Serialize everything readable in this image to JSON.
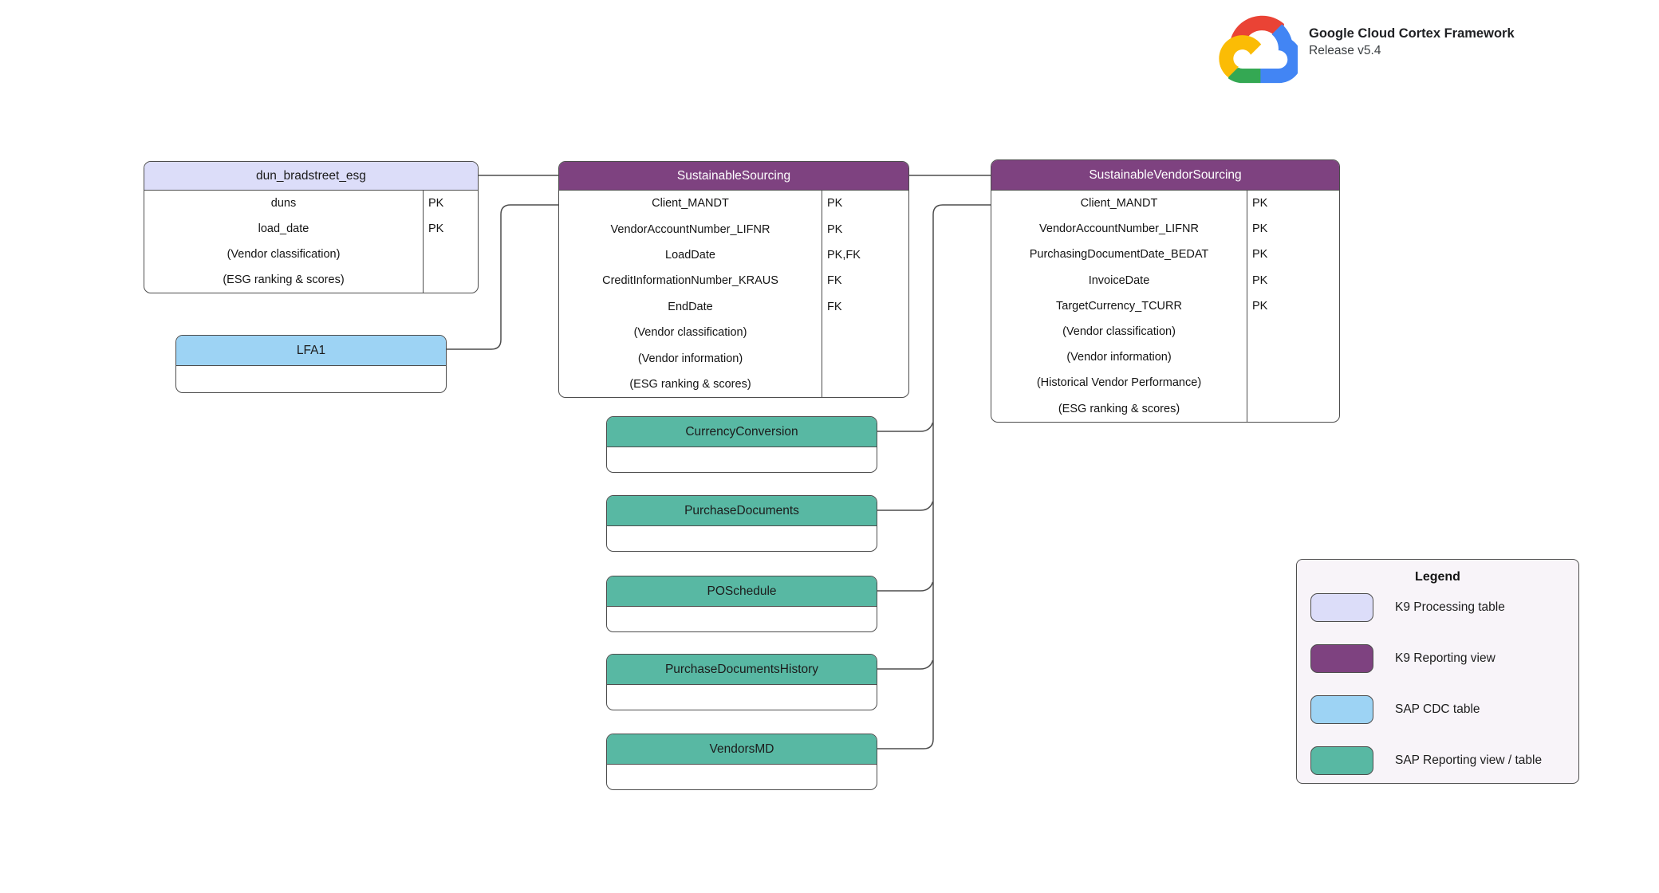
{
  "header": {
    "title": "Google Cloud Cortex Framework",
    "subtitle": "Release v5.4"
  },
  "colors": {
    "k9_processing": "#dcddf9",
    "k9_reporting": "#7e4280",
    "sap_cdc": "#9dd3f4",
    "sap_reporting": "#58b8a3",
    "connector": "#4d4d4d",
    "legend_background": "#f8f4f9"
  },
  "tables": {
    "dun_bradstreet_esg": {
      "title": "dun_bradstreet_esg",
      "type": "k9_processing",
      "key_column": true,
      "rows": [
        {
          "name": "duns",
          "key": "PK"
        },
        {
          "name": "load_date",
          "key": "PK"
        },
        {
          "name": "(Vendor classification)",
          "key": ""
        },
        {
          "name": "(ESG ranking & scores)",
          "key": ""
        }
      ]
    },
    "sustainable_sourcing": {
      "title": "SustainableSourcing",
      "type": "k9_reporting",
      "key_column": true,
      "rows": [
        {
          "name": "Client_MANDT",
          "key": "PK"
        },
        {
          "name": "VendorAccountNumber_LIFNR",
          "key": "PK"
        },
        {
          "name": "LoadDate",
          "key": "PK,FK"
        },
        {
          "name": "CreditInformationNumber_KRAUS",
          "key": "FK"
        },
        {
          "name": "EndDate",
          "key": "FK"
        },
        {
          "name": "(Vendor classification)",
          "key": ""
        },
        {
          "name": "(Vendor information)",
          "key": ""
        },
        {
          "name": "(ESG ranking & scores)",
          "key": ""
        }
      ]
    },
    "sustainable_vendor_sourcing": {
      "title": "SustainableVendorSourcing",
      "type": "k9_reporting",
      "key_column": true,
      "rows": [
        {
          "name": "Client_MANDT",
          "key": "PK"
        },
        {
          "name": "VendorAccountNumber_LIFNR",
          "key": "PK"
        },
        {
          "name": "PurchasingDocumentDate_BEDAT",
          "key": "PK"
        },
        {
          "name": "InvoiceDate",
          "key": "PK"
        },
        {
          "name": "TargetCurrency_TCURR",
          "key": "PK"
        },
        {
          "name": "(Vendor classification)",
          "key": ""
        },
        {
          "name": "(Vendor information)",
          "key": ""
        },
        {
          "name": "(Historical Vendor Performance)",
          "key": ""
        },
        {
          "name": "(ESG ranking & scores)",
          "key": ""
        }
      ]
    },
    "lfa1": {
      "title": "LFA1",
      "type": "sap_cdc",
      "key_column": false,
      "rows": [
        {
          "name": "",
          "key": ""
        }
      ]
    },
    "currency_conversion": {
      "title": "CurrencyConversion",
      "type": "sap_reporting",
      "key_column": false,
      "rows": [
        {
          "name": "",
          "key": ""
        }
      ]
    },
    "purchase_documents": {
      "title": "PurchaseDocuments",
      "type": "sap_reporting",
      "key_column": false,
      "rows": [
        {
          "name": "",
          "key": ""
        }
      ]
    },
    "po_schedule": {
      "title": "POSchedule",
      "type": "sap_reporting",
      "key_column": false,
      "rows": [
        {
          "name": "",
          "key": ""
        }
      ]
    },
    "purchase_documents_history": {
      "title": "PurchaseDocumentsHistory",
      "type": "sap_reporting",
      "key_column": false,
      "rows": [
        {
          "name": "",
          "key": ""
        }
      ]
    },
    "vendors_md": {
      "title": "VendorsMD",
      "type": "sap_reporting",
      "key_column": false,
      "rows": [
        {
          "name": "",
          "key": ""
        }
      ]
    }
  },
  "legend": {
    "title": "Legend",
    "items": [
      {
        "label": "K9 Processing table",
        "type": "k9_processing"
      },
      {
        "label": "K9 Reporting view",
        "type": "k9_reporting"
      },
      {
        "label": "SAP CDC table",
        "type": "sap_cdc"
      },
      {
        "label": "SAP Reporting view / table",
        "type": "sap_reporting"
      }
    ]
  }
}
